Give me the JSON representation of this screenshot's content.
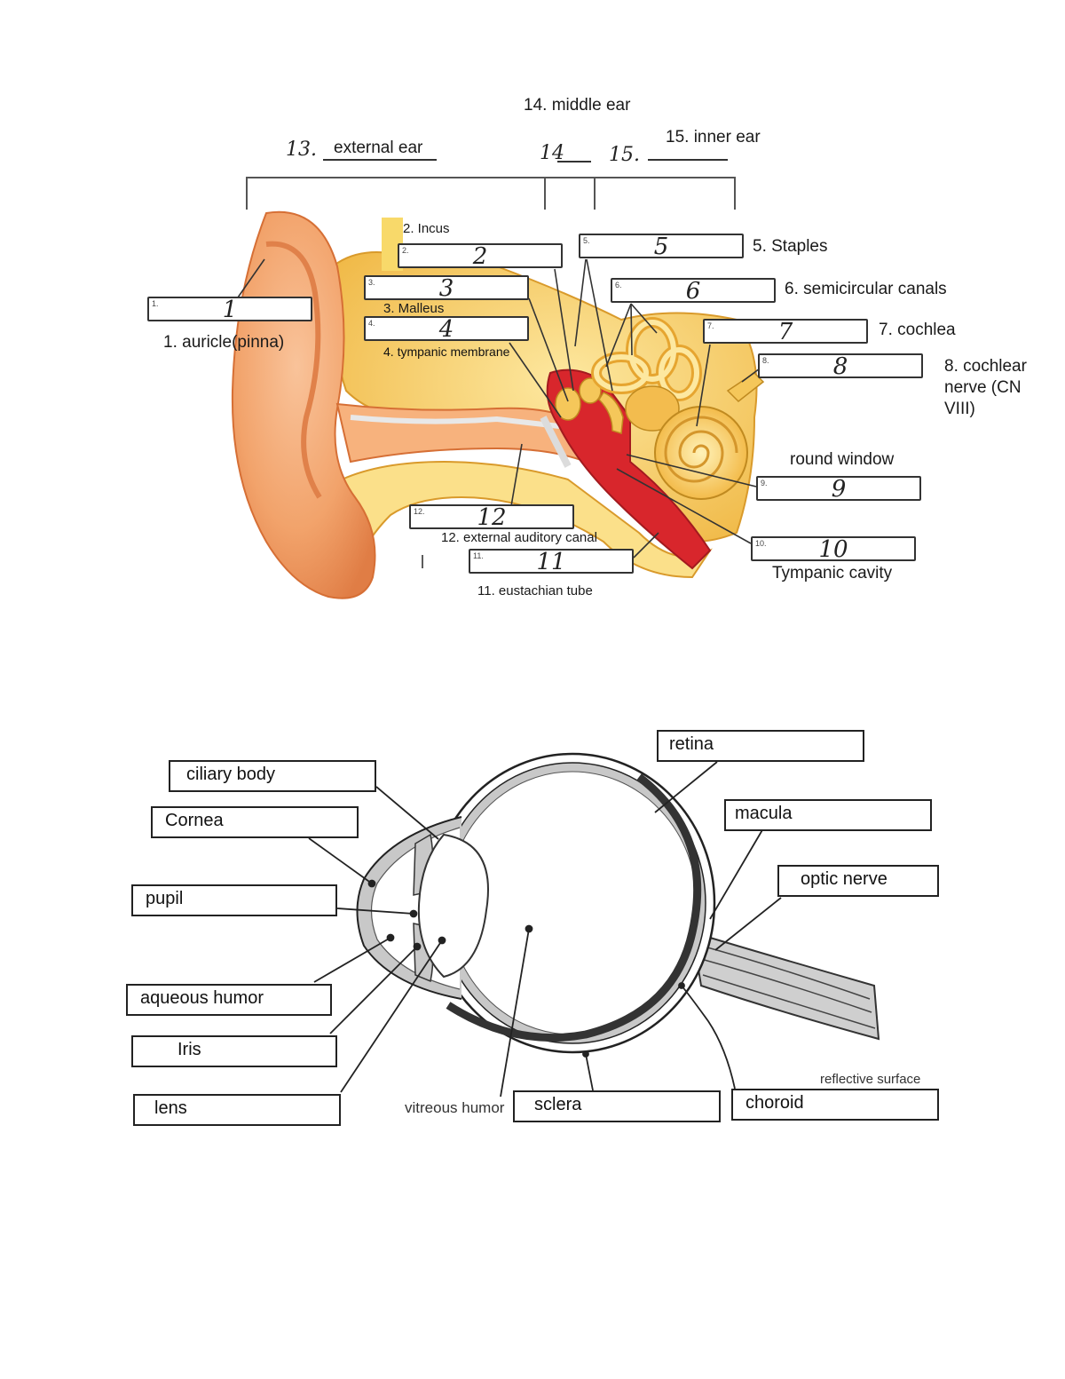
{
  "ear": {
    "header_middle": "14. middle ear",
    "header_inner": "15. inner ear",
    "bracket_13_num": "13.",
    "bracket_13_text": "external ear",
    "bracket_14_num": "14",
    "bracket_15_num": "15.",
    "labels": [
      {
        "num": "1.",
        "handwritten": "1",
        "answer": "1. auricle(pinna)"
      },
      {
        "num": "2.",
        "handwritten": "2",
        "answer": "2. Incus"
      },
      {
        "num": "3.",
        "handwritten": "3",
        "answer": "3. Malleus"
      },
      {
        "num": "4.",
        "handwritten": "4",
        "answer": "4. tympanic membrane"
      },
      {
        "num": "5.",
        "handwritten": "5",
        "answer": "5. Staples"
      },
      {
        "num": "6.",
        "handwritten": "6",
        "answer": "6. semicircular canals"
      },
      {
        "num": "7.",
        "handwritten": "7",
        "answer": "7. cochlea"
      },
      {
        "num": "8.",
        "handwritten": "8",
        "answer": "8. cochlear nerve (CN VIII)"
      },
      {
        "num": "9.",
        "handwritten": "9",
        "answer": "round window"
      },
      {
        "num": "10.",
        "handwritten": "10",
        "answer": "Tympanic cavity"
      },
      {
        "num": "11.",
        "handwritten": "11",
        "answer": "11. eustachian tube"
      },
      {
        "num": "12.",
        "handwritten": "12",
        "answer": "12. external auditory canal"
      }
    ]
  },
  "eye": {
    "boxes": {
      "ciliary_body": "ciliary body",
      "cornea": "Cornea",
      "pupil": "pupil",
      "aqueous_humor": "aqueous humor",
      "iris": "Iris",
      "lens": "lens",
      "retina": "retina",
      "macula": "macula",
      "optic_nerve": "optic nerve",
      "sclera": "sclera",
      "choroid": "choroid"
    },
    "vitreous_humor": "vitreous humor",
    "reflective_surface": "reflective surface"
  },
  "colors": {
    "skin": "#f2a36b",
    "skin_dark": "#e07d45",
    "bone": "#f5c75a",
    "bone_light": "#fbe08a",
    "red": "#d8262c",
    "grey": "#c9c9c9",
    "eye_fill": "#bdbdbd"
  }
}
